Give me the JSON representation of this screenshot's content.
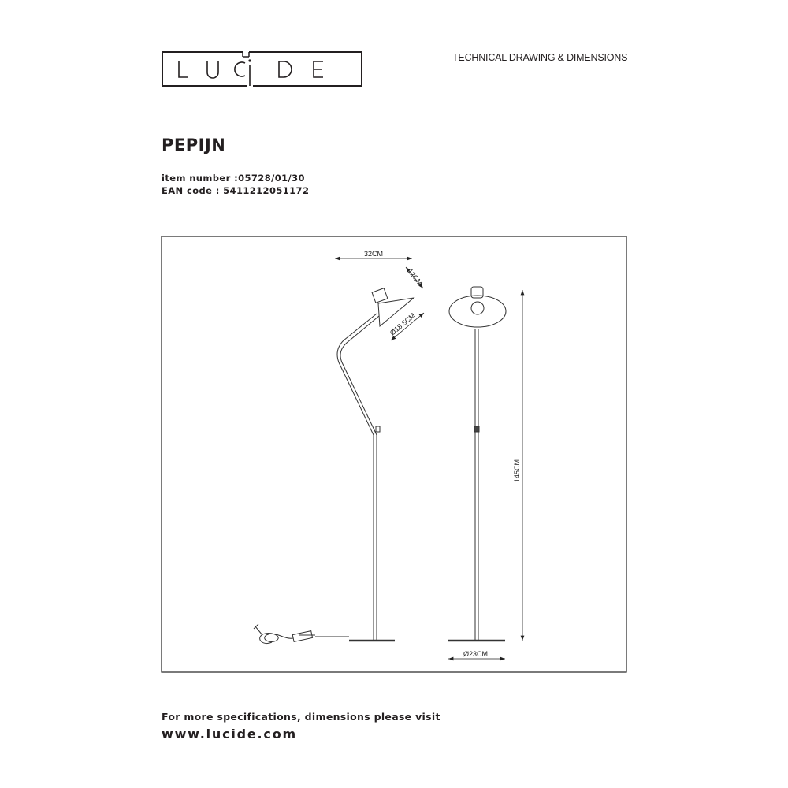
{
  "brand": {
    "logo_text": "LUCIDE"
  },
  "header": {
    "doc_type": "TECHNICAL DRAWING & DIMENSIONS"
  },
  "product": {
    "name": "PEPIJN",
    "item_number": "item number :05728/01/30",
    "ean_code": "EAN code : 5411212051172"
  },
  "drawing": {
    "dim_width": "32CM",
    "dim_head": "12CM",
    "dim_shade": "Ø18.5CM",
    "dim_height": "145CM",
    "dim_base": "Ø23CM"
  },
  "footer": {
    "text": "For more specifications, dimensions please visit",
    "url": "www.lucide.com"
  }
}
